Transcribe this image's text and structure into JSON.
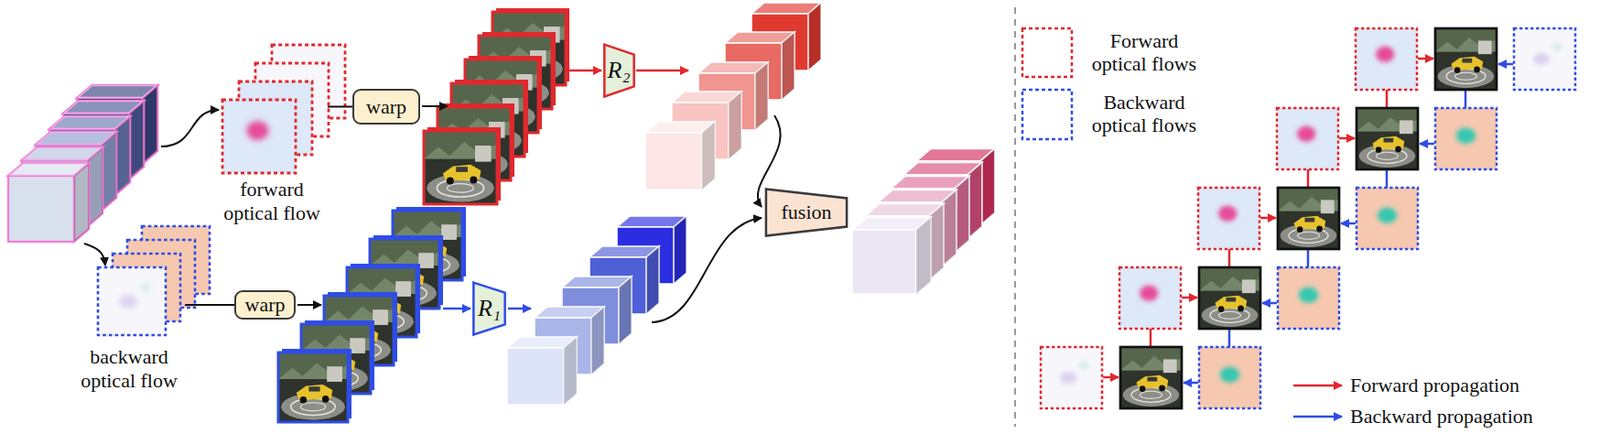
{
  "diagram": {
    "nodes": [
      {
        "text": [
          "forward optical flow"
        ]
      },
      {
        "text": [
          "warp"
        ]
      },
      {
        "text": [
          "R₂"
        ]
      },
      {
        "text": [
          "backward optical flow"
        ]
      },
      {
        "text": [
          "warp"
        ]
      },
      {
        "text": [
          "R₁"
        ]
      },
      {
        "text": [
          "fusion"
        ]
      }
    ],
    "edges": [
      {
        "from": 0,
        "to": 1,
        "arrow": "none"
      },
      {
        "from": 3,
        "to": 4,
        "arrow": "none"
      }
    ],
    "legend": [
      {
        "text": "Forward optical flows"
      },
      {
        "text": "Backward optical flows"
      },
      {
        "text": "Forward propagation"
      },
      {
        "text": "Backward propagation"
      }
    ]
  }
}
